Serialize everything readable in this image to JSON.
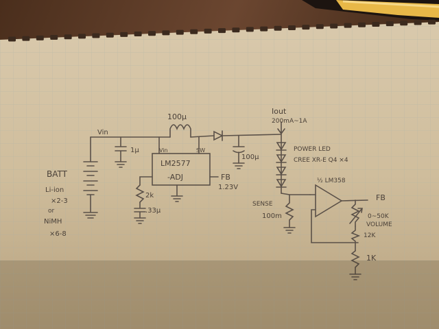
{
  "schematic": {
    "vin_left": "Vin",
    "inductor": "100μ",
    "cin": "1μ",
    "ic": {
      "line1": "LM2577",
      "line2": "-ADJ",
      "pin_vin": "Vin",
      "pin_sw": "SW"
    },
    "fb_label": "FB",
    "fb_voltage": "1.23V",
    "r_comp": "2k",
    "c_comp": ".33μ",
    "cout": "100μ",
    "iout": "Iout",
    "iout_range": "200mA~1A",
    "led_line1": "POWER LED",
    "led_line2": "CREE XR-E Q4 ×4",
    "opamp": "½ LM358",
    "fb_out": "FB",
    "sense_label": "SENSE",
    "sense_value": "100m",
    "pot": "0~50K",
    "pot_label": "VOLUME",
    "r_mid": "12K",
    "r_bottom": "1K",
    "batt": "BATT",
    "batt_li": "Li-ion",
    "batt_li_count": "×2-3",
    "batt_or": "or",
    "batt_nimh": "NiMH",
    "batt_nimh_count": "×6-8"
  }
}
